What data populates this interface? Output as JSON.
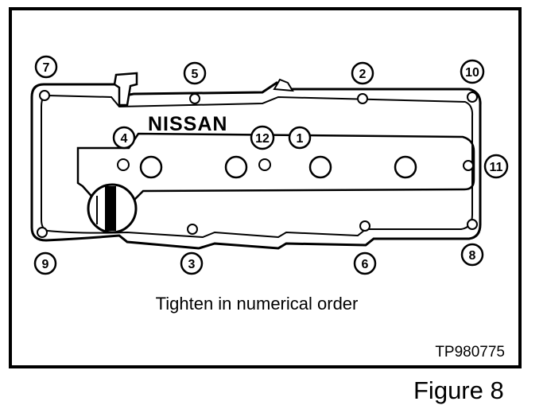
{
  "diagram": {
    "brand_text": "NISSAN",
    "caption": "Tighten in numerical order",
    "code": "TP980775",
    "bolt_labels": [
      "1",
      "2",
      "3",
      "4",
      "5",
      "6",
      "7",
      "8",
      "9",
      "10",
      "11",
      "12"
    ]
  },
  "figure_label": "Figure 8"
}
